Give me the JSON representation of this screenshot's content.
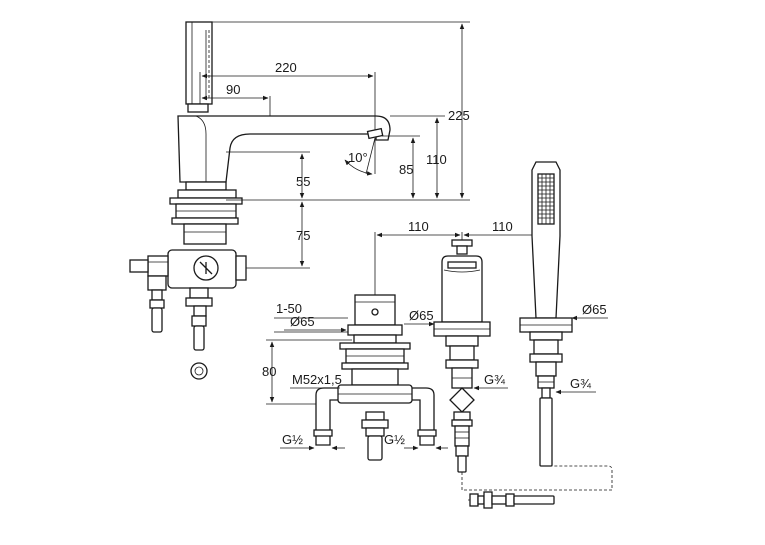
{
  "dimensions": {
    "d_220": "220",
    "d_90": "90",
    "d_225": "225",
    "d_110_spout": "110",
    "d_85": "85",
    "d_angle": "10°",
    "d_55": "55",
    "d_75": "75",
    "d_110_left": "110",
    "d_110_right": "110",
    "d_range": "1-50",
    "d_dia_valve": "Ø65",
    "d_dia_spout": "Ø65",
    "d_dia_shower": "Ø65",
    "d_80": "80",
    "d_thread": "M52x1,5",
    "d_g34_spout": "G¾",
    "d_g34_shower": "G¾",
    "d_g12_left": "G½",
    "d_g12_right": "G½"
  },
  "colors": {
    "line": "#1a1a1a",
    "background": "#ffffff"
  }
}
